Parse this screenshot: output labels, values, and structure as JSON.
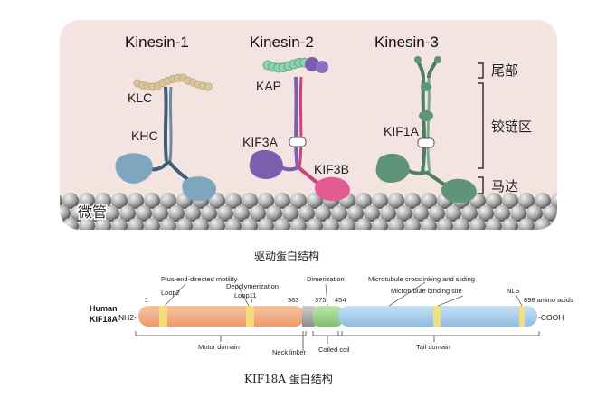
{
  "top_panel": {
    "kinesin1": {
      "title": "Kinesin-1",
      "light_chain": "KLC",
      "heavy_chain": "KHC"
    },
    "kinesin2": {
      "title": "Kinesin-2",
      "accessory": "KAP",
      "subunit_a": "KIF3A",
      "subunit_b": "KIF3B"
    },
    "kinesin3": {
      "title": "Kinesin-3",
      "member": "KIF1A"
    },
    "regions": {
      "tail": "尾部",
      "hinge": "铰链区",
      "motor": "马达"
    },
    "microtubule": "微管",
    "colors": {
      "panel_bg": "#f3e4e2",
      "klc": "#d8c39a",
      "stalk": "#3d5f75",
      "motor_blue": "#7ea6bf",
      "kif3a": "#7b5fae",
      "kif3b": "#e45a93",
      "kap": "#8fd0b2",
      "kif1a": "#5f9478"
    }
  },
  "top_caption": "驱动蛋白结构",
  "kif18a": {
    "protein": [
      "Human",
      "KIF18A"
    ],
    "n_term": "NH2-",
    "c_term": "-COOH",
    "residue_labels": [
      "1",
      "363",
      "375",
      "454",
      "898 amino acids"
    ],
    "top_annotations": [
      "Plus-end-directed motility",
      "Loop2",
      "Depolymerization",
      "Loop11",
      "Dimerization",
      "Microtubule crosslinking and sliding",
      "Microtubule binding site",
      "NLS"
    ],
    "bottom_annotations": [
      "Motor domain",
      "Neck linker",
      "Coiled coil",
      "Tail domain"
    ],
    "colors": {
      "motor": "#f4ab80",
      "neck": "#b0b0b0",
      "coiled": "#9bd28a",
      "tail": "#a9cdea",
      "highlight": "#f7e07a"
    }
  },
  "bottom_caption": "KIF18A 蛋白结构"
}
